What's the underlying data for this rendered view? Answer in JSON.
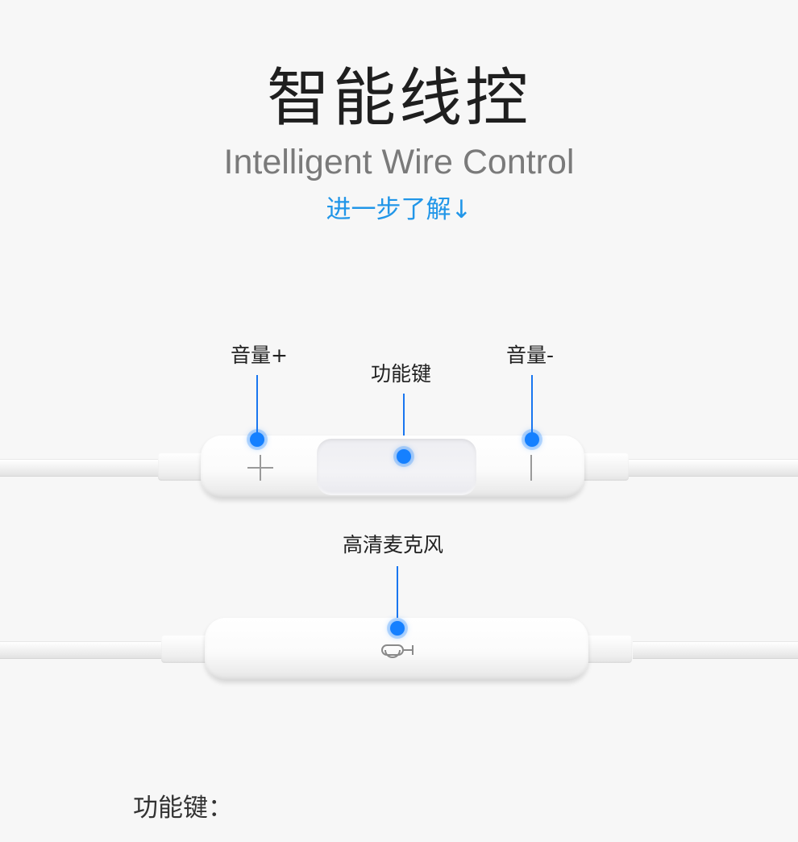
{
  "header": {
    "title": "智能线控",
    "subtitle": "Intelligent Wire Control",
    "learn_more": "进一步了解↓"
  },
  "remote_top": {
    "volume_up_label": "音量+",
    "function_key_label": "功能键",
    "volume_down_label": "音量-",
    "plus_icon": "plus-icon",
    "minus_icon": "minus-icon"
  },
  "remote_bottom": {
    "microphone_label": "高清麦克风",
    "mic_icon": "microphone-icon"
  },
  "section": {
    "heading": "功能键："
  },
  "colors": {
    "accent": "#2196e8",
    "pointer": "#1580ff",
    "background": "#f7f7f7"
  }
}
